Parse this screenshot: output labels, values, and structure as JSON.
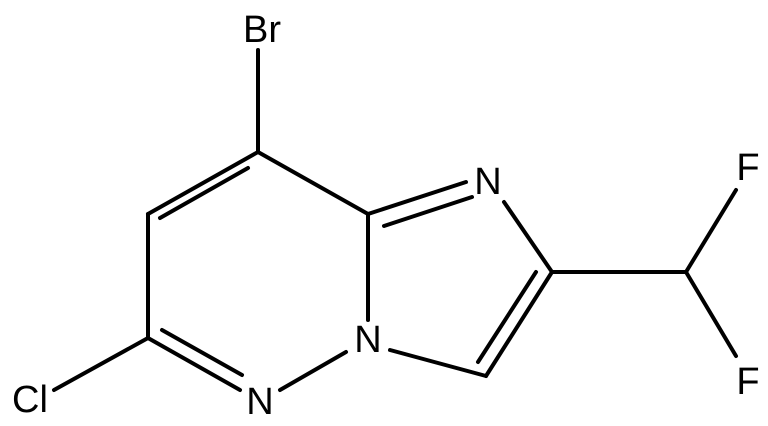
{
  "molecule": {
    "atoms": {
      "br": "Br",
      "cl": "Cl",
      "n_imine": "N",
      "n_bridge": "N",
      "n_ring": "N",
      "f_top": "F",
      "f_bottom": "F"
    }
  },
  "colors": {
    "bond": "#000000",
    "label": "#000000",
    "background": "#ffffff"
  }
}
